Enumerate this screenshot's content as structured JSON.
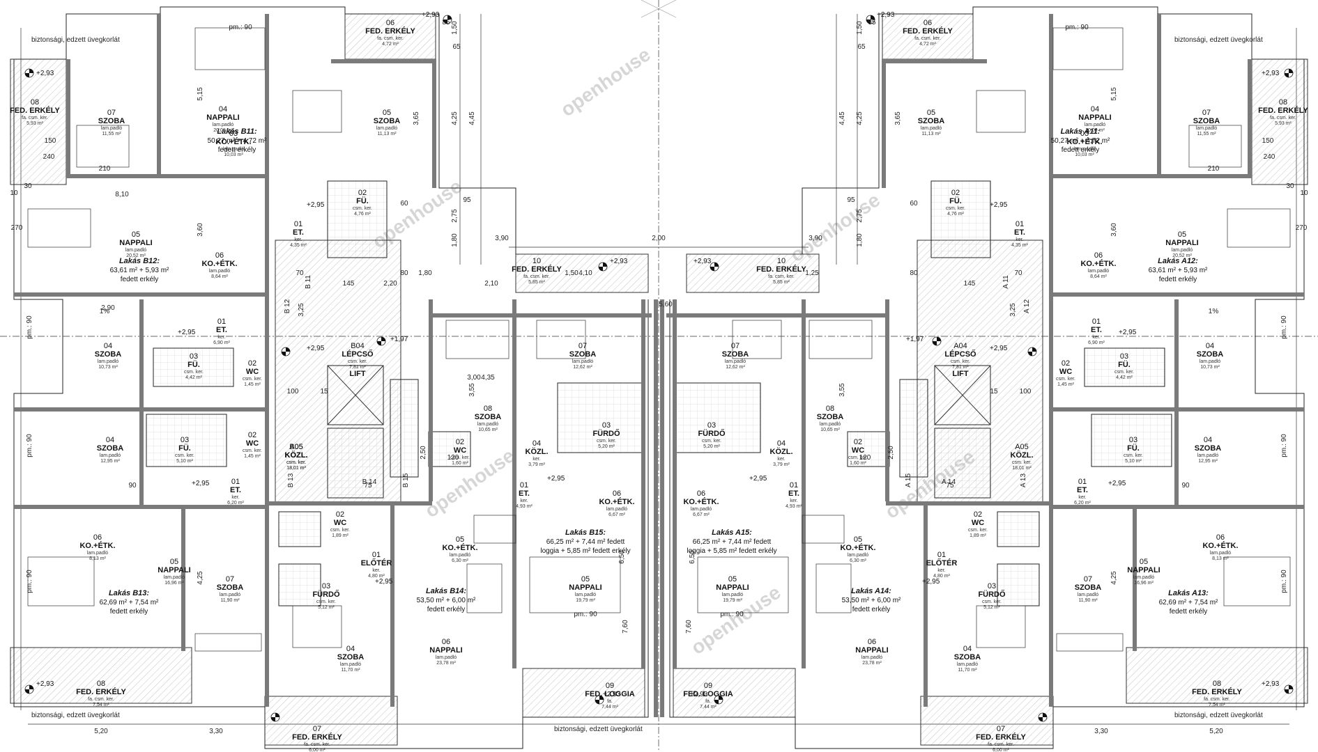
{
  "drawing": {
    "railing_note": "biztonsági, edzett üvegkorlát",
    "watermark": "openhouse"
  },
  "apartments": [
    {
      "title": "Lakás B11:",
      "area": "50,27 m² + 4,72 m²",
      "extra": "fedett erkély"
    },
    {
      "title": "Lakás B12:",
      "area": "63,61 m² + 5,93 m²",
      "extra": "fedett erkély"
    },
    {
      "title": "Lakás B13:",
      "area": "62,69 m² + 7,54 m²",
      "extra": "fedett erkély"
    },
    {
      "title": "Lakás B14:",
      "area": "53,50 m² + 6,00 m²",
      "extra": "fedett erkély"
    },
    {
      "title": "Lakás B15:",
      "area": "66,25 m² + 7,44 m² fedett",
      "extra": "loggia + 5,85 m² fedett erkély"
    },
    {
      "title": "Lakás A15:",
      "area": "66,25 m² + 7,44 m² fedett",
      "extra": "loggia + 5,85 m² fedett erkély"
    },
    {
      "title": "Lakás A14:",
      "area": "53,50 m² + 6,00 m²",
      "extra": "fedett erkély"
    },
    {
      "title": "Lakás A13:",
      "area": "62,69 m² + 7,54 m²",
      "extra": "fedett erkély"
    },
    {
      "title": "Lakás A12:",
      "area": "63,61 m² + 5,93 m²",
      "extra": "fedett erkély"
    },
    {
      "title": "Lakás A11:",
      "area": "50,27 m² + 4,72 m²",
      "extra": "fedett erkély"
    }
  ],
  "rooms": [
    {
      "num": "06",
      "name": "FED. ERKÉLY",
      "floor": "fa. csm. ker.",
      "area": "4,72 m²"
    },
    {
      "num": "04",
      "name": "NAPPALI",
      "floor": "lam.padló",
      "area": "20,00 m²"
    },
    {
      "num": "05",
      "name": "SZOBA",
      "floor": "lam.padló",
      "area": "11,13 m²"
    },
    {
      "num": "07",
      "name": "SZOBA",
      "floor": "lam.padló",
      "area": "11,55 m²"
    },
    {
      "num": "08",
      "name": "FED. ERKÉLY",
      "floor": "fa. csm. ker.",
      "area": "5,93 m²"
    },
    {
      "num": "03",
      "name": "KO.+ÉTK.",
      "floor": "lam.padló",
      "area": "10,03 m²"
    },
    {
      "num": "02",
      "name": "FÜ.",
      "floor": "csm. ker.",
      "area": "4,76 m²"
    },
    {
      "num": "01",
      "name": "ET.",
      "floor": "ker.",
      "area": "4,35 m²"
    },
    {
      "num": "05",
      "name": "NAPPALI",
      "floor": "lam.padló",
      "area": "20,52 m²"
    },
    {
      "num": "06",
      "name": "KO.+ÉTK.",
      "floor": "lam.padló",
      "area": "8,64 m²"
    },
    {
      "num": "10",
      "name": "FED. ERKÉLY",
      "floor": "fa. csm. ker.",
      "area": "5,85 m²"
    },
    {
      "num": "04",
      "name": "SZOBA",
      "floor": "lam.padló",
      "area": "10,73 m²"
    },
    {
      "num": "01",
      "name": "ET.",
      "floor": "ker.",
      "area": "6,90 m²"
    },
    {
      "num": "03",
      "name": "FÜ.",
      "floor": "csm. ker.",
      "area": "4,42 m²"
    },
    {
      "num": "02",
      "name": "WC",
      "floor": "csm. ker.",
      "area": "1,45 m²"
    },
    {
      "num": "B04",
      "name": "LÉPCSŐ",
      "floor": "csm. ker.",
      "area": "7,81 m²"
    },
    {
      "num": "A04",
      "name": "LÉPCSŐ",
      "floor": "csm. ker.",
      "area": "7,81 m²"
    },
    {
      "num": "",
      "name": "LIFT",
      "floor": "",
      "area": ""
    },
    {
      "num": "07",
      "name": "SZOBA",
      "floor": "lam.padló",
      "area": "12,62 m²"
    },
    {
      "num": "08",
      "name": "SZOBA",
      "floor": "lam.padló",
      "area": "10,65 m²"
    },
    {
      "num": "03",
      "name": "FÜRDŐ",
      "floor": "csm. ker.",
      "area": "5,20 m²"
    },
    {
      "num": "04",
      "name": "SZOBA",
      "floor": "lam.padló",
      "area": "12,95 m²"
    },
    {
      "num": "03",
      "name": "FÜ.",
      "floor": "csm. ker.",
      "area": "5,10 m²"
    },
    {
      "num": "02",
      "name": "WC",
      "floor": "csm. ker.",
      "area": "1,45 m²"
    },
    {
      "num": "B05",
      "name": "KÖZL.",
      "floor": "csm. ker.",
      "area": "18,01 m²"
    },
    {
      "num": "A05",
      "name": "KÖZL.",
      "floor": "csm. ker.",
      "area": "18,01 m²"
    },
    {
      "num": "02",
      "name": "WC",
      "floor": "csm. ker.",
      "area": "1,60 m²"
    },
    {
      "num": "04",
      "name": "KÖZL.",
      "floor": "ker.",
      "area": "3,79 m²"
    },
    {
      "num": "01",
      "name": "ET.",
      "floor": "ker.",
      "area": "4,93 m²"
    },
    {
      "num": "06",
      "name": "KO.+ÉTK.",
      "floor": "lam.padló",
      "area": "6,67 m²"
    },
    {
      "num": "01",
      "name": "ET.",
      "floor": "ker.",
      "area": "6,20 m²"
    },
    {
      "num": "06",
      "name": "KO.+ÉTK.",
      "floor": "lam.padló",
      "area": "8,13 m²"
    },
    {
      "num": "05",
      "name": "NAPPALI",
      "floor": "lam.padló",
      "area": "16,96 m²"
    },
    {
      "num": "07",
      "name": "SZOBA",
      "floor": "lam.padló",
      "area": "11,90 m²"
    },
    {
      "num": "02",
      "name": "WC",
      "floor": "csm. ker.",
      "area": "1,89 m²"
    },
    {
      "num": "01",
      "name": "ELŐTÉR",
      "floor": "ker.",
      "area": "4,80 m²"
    },
    {
      "num": "03",
      "name": "FÜRDŐ",
      "floor": "csm. ker.",
      "area": "5,12 m²"
    },
    {
      "num": "05",
      "name": "KO.+ÉTK.",
      "floor": "lam.padló",
      "area": "6,30 m²"
    },
    {
      "num": "04",
      "name": "SZOBA",
      "floor": "lam.padló",
      "area": "11,70 m²"
    },
    {
      "num": "06",
      "name": "NAPPALI",
      "floor": "lam.padló",
      "area": "23,78 m²"
    },
    {
      "num": "05",
      "name": "NAPPALI",
      "floor": "lam.padló",
      "area": "19,79 m²"
    },
    {
      "num": "09",
      "name": "FED. LOGGIA",
      "floor": "fa.",
      "area": "7,44 m²"
    },
    {
      "num": "08",
      "name": "FED. ERKÉLY",
      "floor": "fa. csm. ker.",
      "area": "7,54 m²"
    },
    {
      "num": "07",
      "name": "FED. ERKÉLY",
      "floor": "fa. csm. ker.",
      "area": "6,00 m²"
    }
  ],
  "levels": [
    "+2,93",
    "+2,95",
    "+1,97"
  ],
  "dimensions": {
    "main": [
      "5,20",
      "3,30",
      "3,90",
      "2,00",
      "3,90",
      "3,30",
      "5,20",
      "8,10",
      "5,60",
      "4,10",
      "2,90",
      "3,00",
      "4,35",
      "2,10",
      "1,80",
      "1,50",
      "2,20",
      "1,25"
    ],
    "vertical": [
      "1,50",
      "4,25",
      "4,45",
      "2,75",
      "1,80",
      "3,25",
      "3,55",
      "3,60",
      "5,15",
      "3,65",
      "4,25",
      "6,50",
      "7,60",
      "2,50"
    ],
    "openings": [
      "pm.: 90",
      "pm.: 90",
      "pm.: 90",
      "pm.: 90",
      "pm.: 90",
      "pm.: 90",
      "pm.: 90",
      "pm.: 90",
      "pm.: 90",
      "pm.: 90"
    ],
    "small": [
      "210",
      "240",
      "150",
      "90",
      "100",
      "120",
      "75",
      "30",
      "15",
      "10",
      "270",
      "60",
      "85",
      "65",
      "95",
      "145",
      "70",
      "80",
      "1%"
    ]
  },
  "grid_labels": [
    "B 11",
    "B 12",
    "B 13",
    "B 14",
    "B 15",
    "A 11",
    "A 12",
    "A 13",
    "A 14",
    "A 15"
  ]
}
